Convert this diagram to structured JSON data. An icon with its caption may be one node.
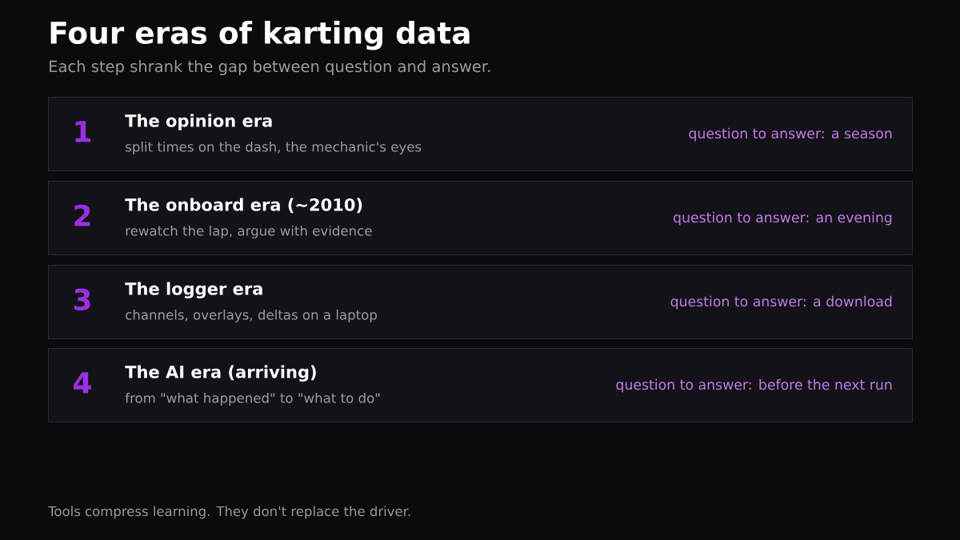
{
  "diagram": {
    "title": "Four eras of karting data",
    "nodes": [
      {
        "text": [
          "1",
          "The opinion era",
          "split times on the dash, the mechanic's eyes",
          "question to answer: a season"
        ]
      },
      {
        "text": [
          "2",
          "The onboard era (~2010)",
          "rewatch the lap, argue with evidence",
          "question to answer: an evening"
        ]
      },
      {
        "text": [
          "3",
          "The logger era",
          "channels, overlays, deltas on a laptop",
          "question to answer: a download"
        ]
      },
      {
        "text": [
          "4",
          "The AI era (arriving)",
          "from \"what happened\" to \"what to do\"",
          "question to answer: before the next run"
        ]
      }
    ],
    "labels": [
      "Each step shrank the gap between question and answer.",
      "Tools compress learning. They don't replace the driver."
    ]
  }
}
